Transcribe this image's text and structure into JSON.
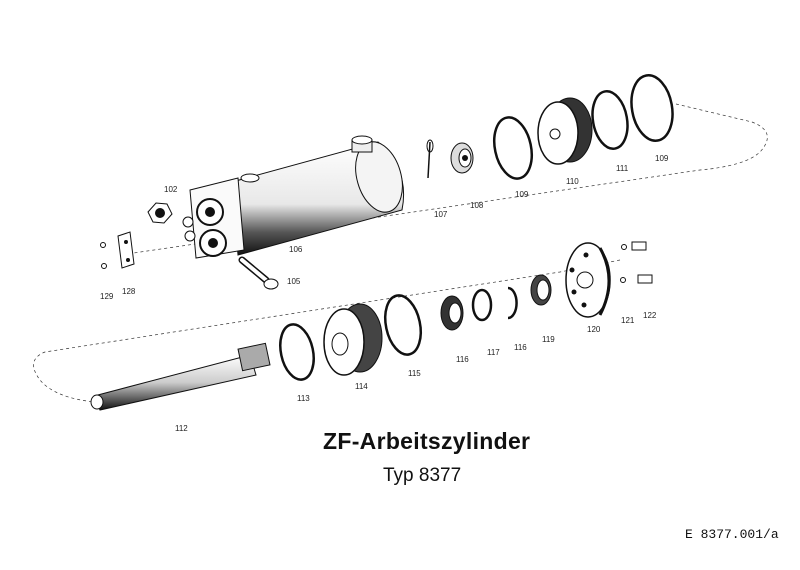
{
  "title": "ZF-Arbeitszylinder",
  "subtitle": "Typ 8377",
  "document_number": "E  8377.001/a",
  "parts": [
    {
      "id": "p102",
      "label": "102"
    },
    {
      "id": "p105",
      "label": "105"
    },
    {
      "id": "p106",
      "label": "106"
    },
    {
      "id": "p107",
      "label": "107"
    },
    {
      "id": "p108",
      "label": "108"
    },
    {
      "id": "p109a",
      "label": "109"
    },
    {
      "id": "p110",
      "label": "110"
    },
    {
      "id": "p111",
      "label": "111"
    },
    {
      "id": "p109b",
      "label": "109"
    },
    {
      "id": "p128",
      "label": "128"
    },
    {
      "id": "p129",
      "label": "129"
    },
    {
      "id": "p112",
      "label": "112"
    },
    {
      "id": "p113",
      "label": "113"
    },
    {
      "id": "p114",
      "label": "114"
    },
    {
      "id": "p115",
      "label": "115"
    },
    {
      "id": "p116a",
      "label": "116"
    },
    {
      "id": "p117",
      "label": "117"
    },
    {
      "id": "p116b",
      "label": "116"
    },
    {
      "id": "p119",
      "label": "119"
    },
    {
      "id": "p120",
      "label": "120"
    },
    {
      "id": "p121",
      "label": "121"
    },
    {
      "id": "p122",
      "label": "122"
    }
  ],
  "colors": {
    "ink": "#111111",
    "background": "#ffffff"
  }
}
